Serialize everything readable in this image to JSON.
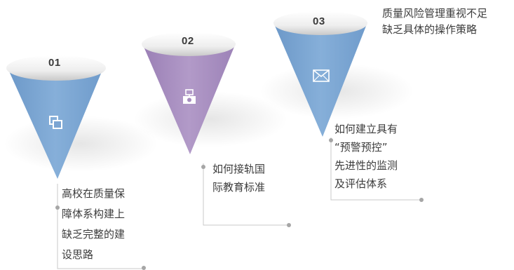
{
  "steps": [
    {
      "number": "01",
      "text": "高校在质量保\n障体系构建上\n缺乏完整的建\n设思路",
      "color": "#7ba5d2",
      "icon": "copy-icon"
    },
    {
      "number": "02",
      "text": "如何接轨国\n际教育标准",
      "color": "#a68cbf",
      "icon": "camera-icon"
    },
    {
      "number": "03",
      "text": "如何建立具有\n“预警预控”\n先进性的监测\n及评估体系",
      "color": "#7ba5d2",
      "icon": "envelope-icon"
    }
  ],
  "top_note": "质量风险管理重视不足\n缺乏具体的操作策略"
}
